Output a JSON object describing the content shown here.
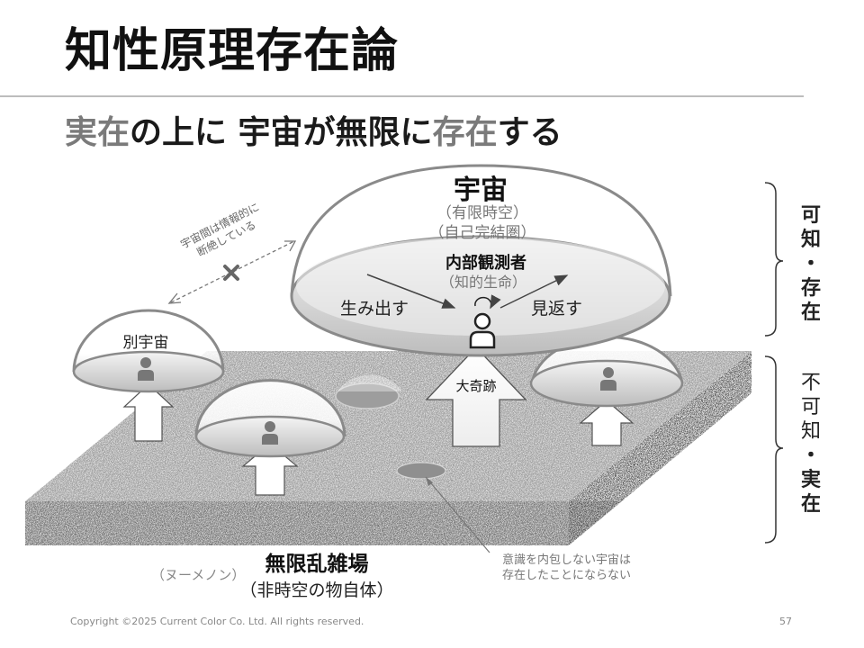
{
  "slide": {
    "title": "知性原理存在論",
    "subtitle_parts": [
      "実在",
      "の上に 宇宙が無限に",
      "存在",
      "する"
    ],
    "copyright": "Copyright ©2025 Current Color Co. Ltd. All rights reserved.",
    "page_number": "57"
  },
  "diagram": {
    "universe_label": "宇宙",
    "universe_sub1": "（有限時空）",
    "universe_sub2": "（自己完結圏）",
    "observer_label": "内部観測者",
    "observer_sub": "（知的生命）",
    "generate_label": "生み出す",
    "lookback_label": "見返す",
    "miracle_label": "大奇跡",
    "other_universe_label": "別宇宙",
    "disconnect_line1": "宇宙間は情報的に",
    "disconnect_line2": "断絶している",
    "infinite_field_label": "無限乱雑場",
    "noumenon_label": "（ヌーメノン）",
    "thing_in_itself_label": "（非時空の物自体）",
    "unconscious_note_line1": "意識を内包しない宇宙は",
    "unconscious_note_line2": "存在したことにならない"
  },
  "side_labels": {
    "knowable": [
      "可",
      "知",
      "・",
      "存",
      "在"
    ],
    "unknowable": [
      "不",
      "可",
      "知",
      "・",
      "実",
      "在"
    ]
  },
  "colors": {
    "title": "#111111",
    "accent_gray": "#7a7a7a",
    "rule": "#bdbdbd"
  }
}
